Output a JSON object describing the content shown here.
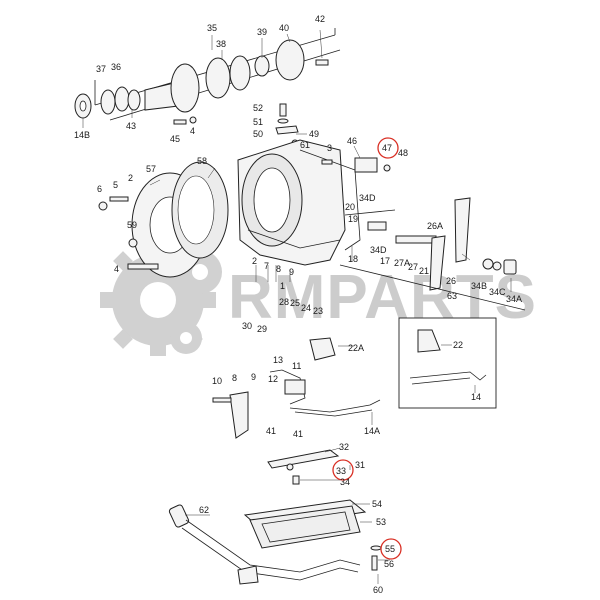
{
  "watermark": {
    "text": "RMPARTS",
    "color": "#c4c4c4"
  },
  "highlight_color": "#d93025",
  "callouts": {
    "c35": "35",
    "c40": "40",
    "c42": "42",
    "c38": "38",
    "c39": "39",
    "c37": "37",
    "c36": "36",
    "c14b": "14B",
    "c43": "43",
    "c44": "4",
    "c45": "45",
    "c52": "52",
    "c51": "51",
    "c50": "50",
    "c49": "49",
    "c61": "61",
    "c3": "3",
    "c46": "46",
    "c47": "47",
    "c48": "48",
    "c58": "58",
    "c57": "57",
    "c6": "6",
    "c5": "5",
    "c2": "2",
    "c59": "59",
    "c4": "4",
    "c34d": "34D",
    "c20": "20",
    "c19": "19",
    "c26a": "26A",
    "c18": "18",
    "c17": "17",
    "c27a": "27A",
    "c27": "27",
    "c21": "21",
    "c34dd": "34D",
    "c26": "26",
    "c34b": "34B",
    "c34c": "34C",
    "c34a": "34A",
    "c63": "63",
    "c2b": "2",
    "c7": "7",
    "c8": "8",
    "c9": "9",
    "c1": "1",
    "c28": "28",
    "c25": "25",
    "c24": "24",
    "c23": "23",
    "c30": "30",
    "c29": "29",
    "c22a": "22A",
    "c22": "22",
    "c14": "14",
    "c13": "13",
    "c12": "12",
    "c11": "11",
    "c10": "10",
    "c8b": "8",
    "c9b": "9",
    "c41": "41",
    "c41b": "41",
    "c14a": "14A",
    "c32": "32",
    "c33": "33",
    "c31": "31",
    "c34": "34",
    "c62": "62",
    "c54": "54",
    "c53": "53",
    "c55": "55",
    "c56": "56",
    "c60": "60"
  }
}
